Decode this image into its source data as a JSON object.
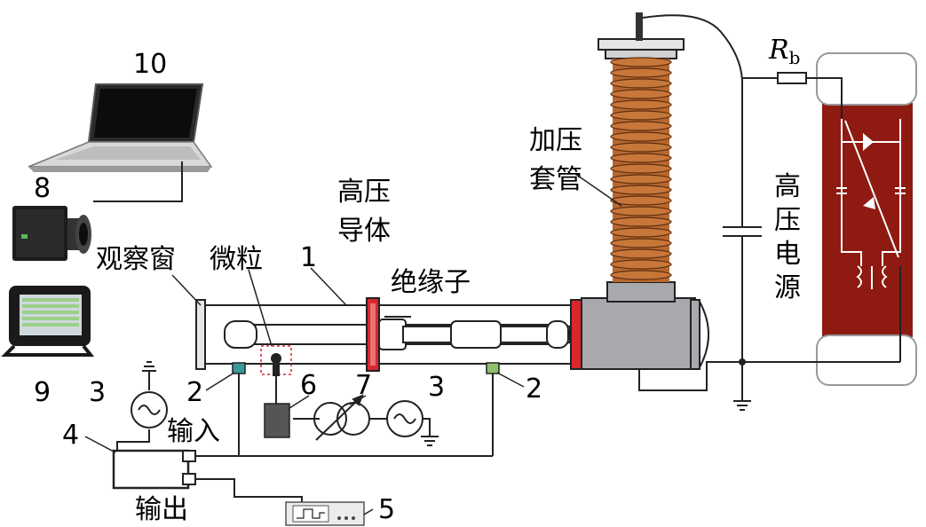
{
  "labels": {
    "n10": "10",
    "n8": "8",
    "n9": "9",
    "n3_left": "3",
    "n3_right": "3",
    "n2_left": "2",
    "n2_right": "2",
    "n4": "4",
    "n5": "5",
    "n6": "6",
    "n7": "7",
    "n1": "1",
    "rb": "R",
    "rb_sub": "b",
    "observation_window": "观察窗",
    "particle": "微粒",
    "hv_conductor_line1": "高压",
    "hv_conductor_line2": "导体",
    "insulator": "绝缘子",
    "bushing_line1": "加压",
    "bushing_line2": "套管",
    "hv_source_chars": [
      "高",
      "压",
      "电",
      "源"
    ],
    "input": "输入",
    "output": "输出"
  },
  "colors": {
    "line": "#222222",
    "bushing_copper": "#b8672e",
    "hv_source_red": "#8e1a12",
    "flange_red": "#d9272e",
    "tank_gray": "#a7a9ac",
    "sensor_teal": "#3a9a9a"
  }
}
